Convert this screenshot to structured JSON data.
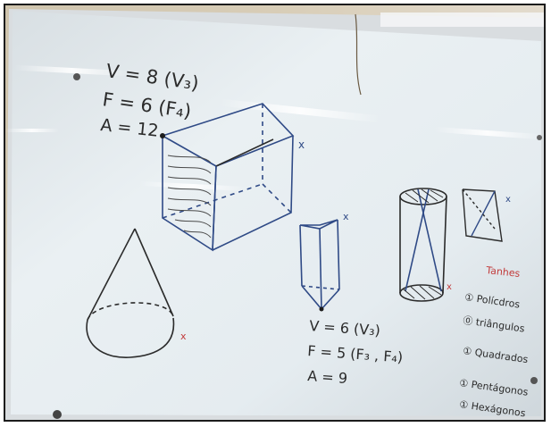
{
  "photo": {
    "subject": "whiteboard with hand-drawn solids",
    "left_notes": [
      "V = 8 (V₃)",
      "F = 6 (F₄)",
      "A = 12"
    ],
    "prism_notes": [
      "V = 6 (V₃)",
      "F = 5 (F₃ , F₄)",
      "A = 9"
    ],
    "right_list_title": "Tanhes",
    "right_list_items": [
      "① Polícdros",
      "⓪ triângulos",
      "① Quadrados",
      "① Pentágonos",
      "① Hexágonos"
    ],
    "colors": {
      "wall": "#d7cdb9",
      "board": "#e9eef1",
      "blue_marker": "#2f4a86",
      "black_marker": "#2b2b2b",
      "red_marker": "#c23b3b"
    }
  }
}
